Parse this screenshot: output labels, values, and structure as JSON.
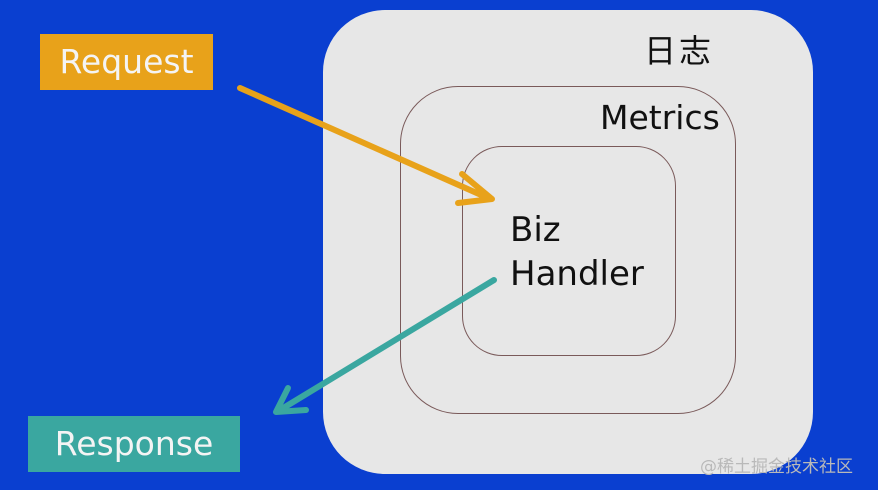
{
  "diagram": {
    "layers": {
      "outer_label": "日志",
      "middle_label": "Metrics",
      "inner_label_line1": "Biz",
      "inner_label_line2": "Handler"
    },
    "request_label": "Request",
    "response_label": "Response",
    "watermark": "@稀土掘金技术社区"
  },
  "colors": {
    "background": "#0a3fd0",
    "request": "#e8a21a",
    "response": "#3aa7a0",
    "layer_fill": "#e7e7e7",
    "layer_border": "#7a5a5a"
  }
}
